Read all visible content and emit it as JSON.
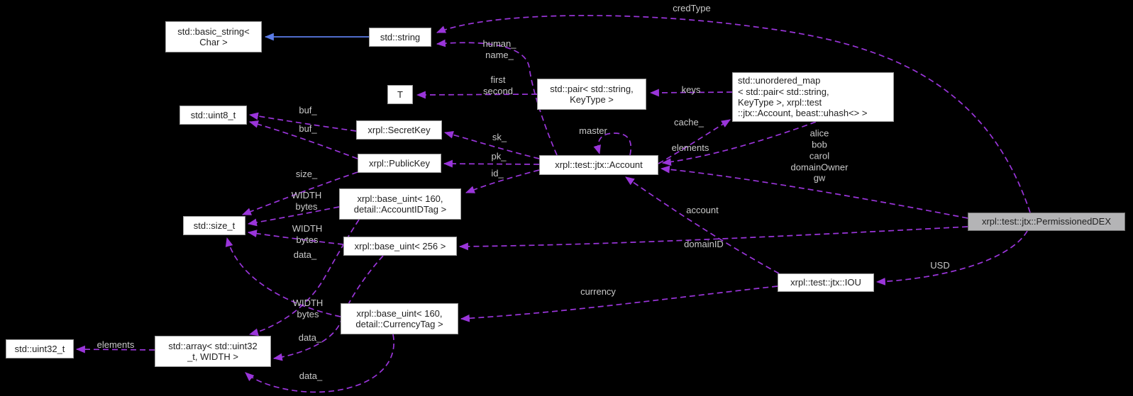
{
  "diagram_colors": {
    "edge": "#9a35da",
    "edge_label": "#c9c9c9",
    "node_bg": "#ffffff",
    "node_border": "#9c9c9c",
    "node_text": "#1f1f1f",
    "highlight_bg": "#b4b4b6",
    "highlight_border": "#6e6e6e",
    "inheritance": "#5b7ce8",
    "background": "#000000"
  },
  "nodes": {
    "basic_string": {
      "label": "std::basic_string<\nChar >"
    },
    "string": {
      "label": "std::string"
    },
    "T": {
      "label": "T"
    },
    "pair": {
      "label": "std::pair< std::string,\nKeyType >"
    },
    "unordered_map": {
      "label": "std::unordered_map\n< std::pair< std::string,\n KeyType >, xrpl::test\n::jtx::Account, beast::uhash<> >"
    },
    "uint8_t": {
      "label": "std::uint8_t"
    },
    "secret_key": {
      "label": "xrpl::SecretKey"
    },
    "public_key": {
      "label": "xrpl::PublicKey"
    },
    "account": {
      "label": "xrpl::test::jtx::Account"
    },
    "base_uint_account_id": {
      "label": "xrpl::base_uint< 160,\ndetail::AccountIDTag >"
    },
    "size_t": {
      "label": "std::size_t"
    },
    "base_uint_256": {
      "label": "xrpl::base_uint< 256 >"
    },
    "permissioned_dex": {
      "label": "xrpl::test::jtx::PermissionedDEX"
    },
    "iou": {
      "label": "xrpl::test::jtx::IOU"
    },
    "base_uint_currency": {
      "label": "xrpl::base_uint< 160,\n detail::CurrencyTag >"
    },
    "array": {
      "label": "std::array< std::uint32\n_t, WIDTH >"
    },
    "uint32_t": {
      "label": "std::uint32_t"
    }
  },
  "edge_labels": {
    "cred_type": "credType",
    "human_name": "human_\nname_",
    "first_second": "first\nsecond",
    "keys": "keys",
    "cache": "cache_",
    "master": "master",
    "elements_map": "elements",
    "account_members": "alice\nbob\ncarol\ndomainOwner\ngw",
    "sk": "sk_",
    "pk": "pk_",
    "id": "id_",
    "buf1": "buf_",
    "buf2": "buf_",
    "size": "size_",
    "width_bytes1": "WIDTH\nbytes",
    "account_ref": "account",
    "width_bytes2": "WIDTH\nbytes",
    "data1": "data_",
    "domain_id": "domainID",
    "usd": "USD",
    "currency": "currency",
    "width_bytes3": "WIDTH\nbytes",
    "data2": "data_",
    "elements_array": "elements",
    "data3": "data_"
  }
}
